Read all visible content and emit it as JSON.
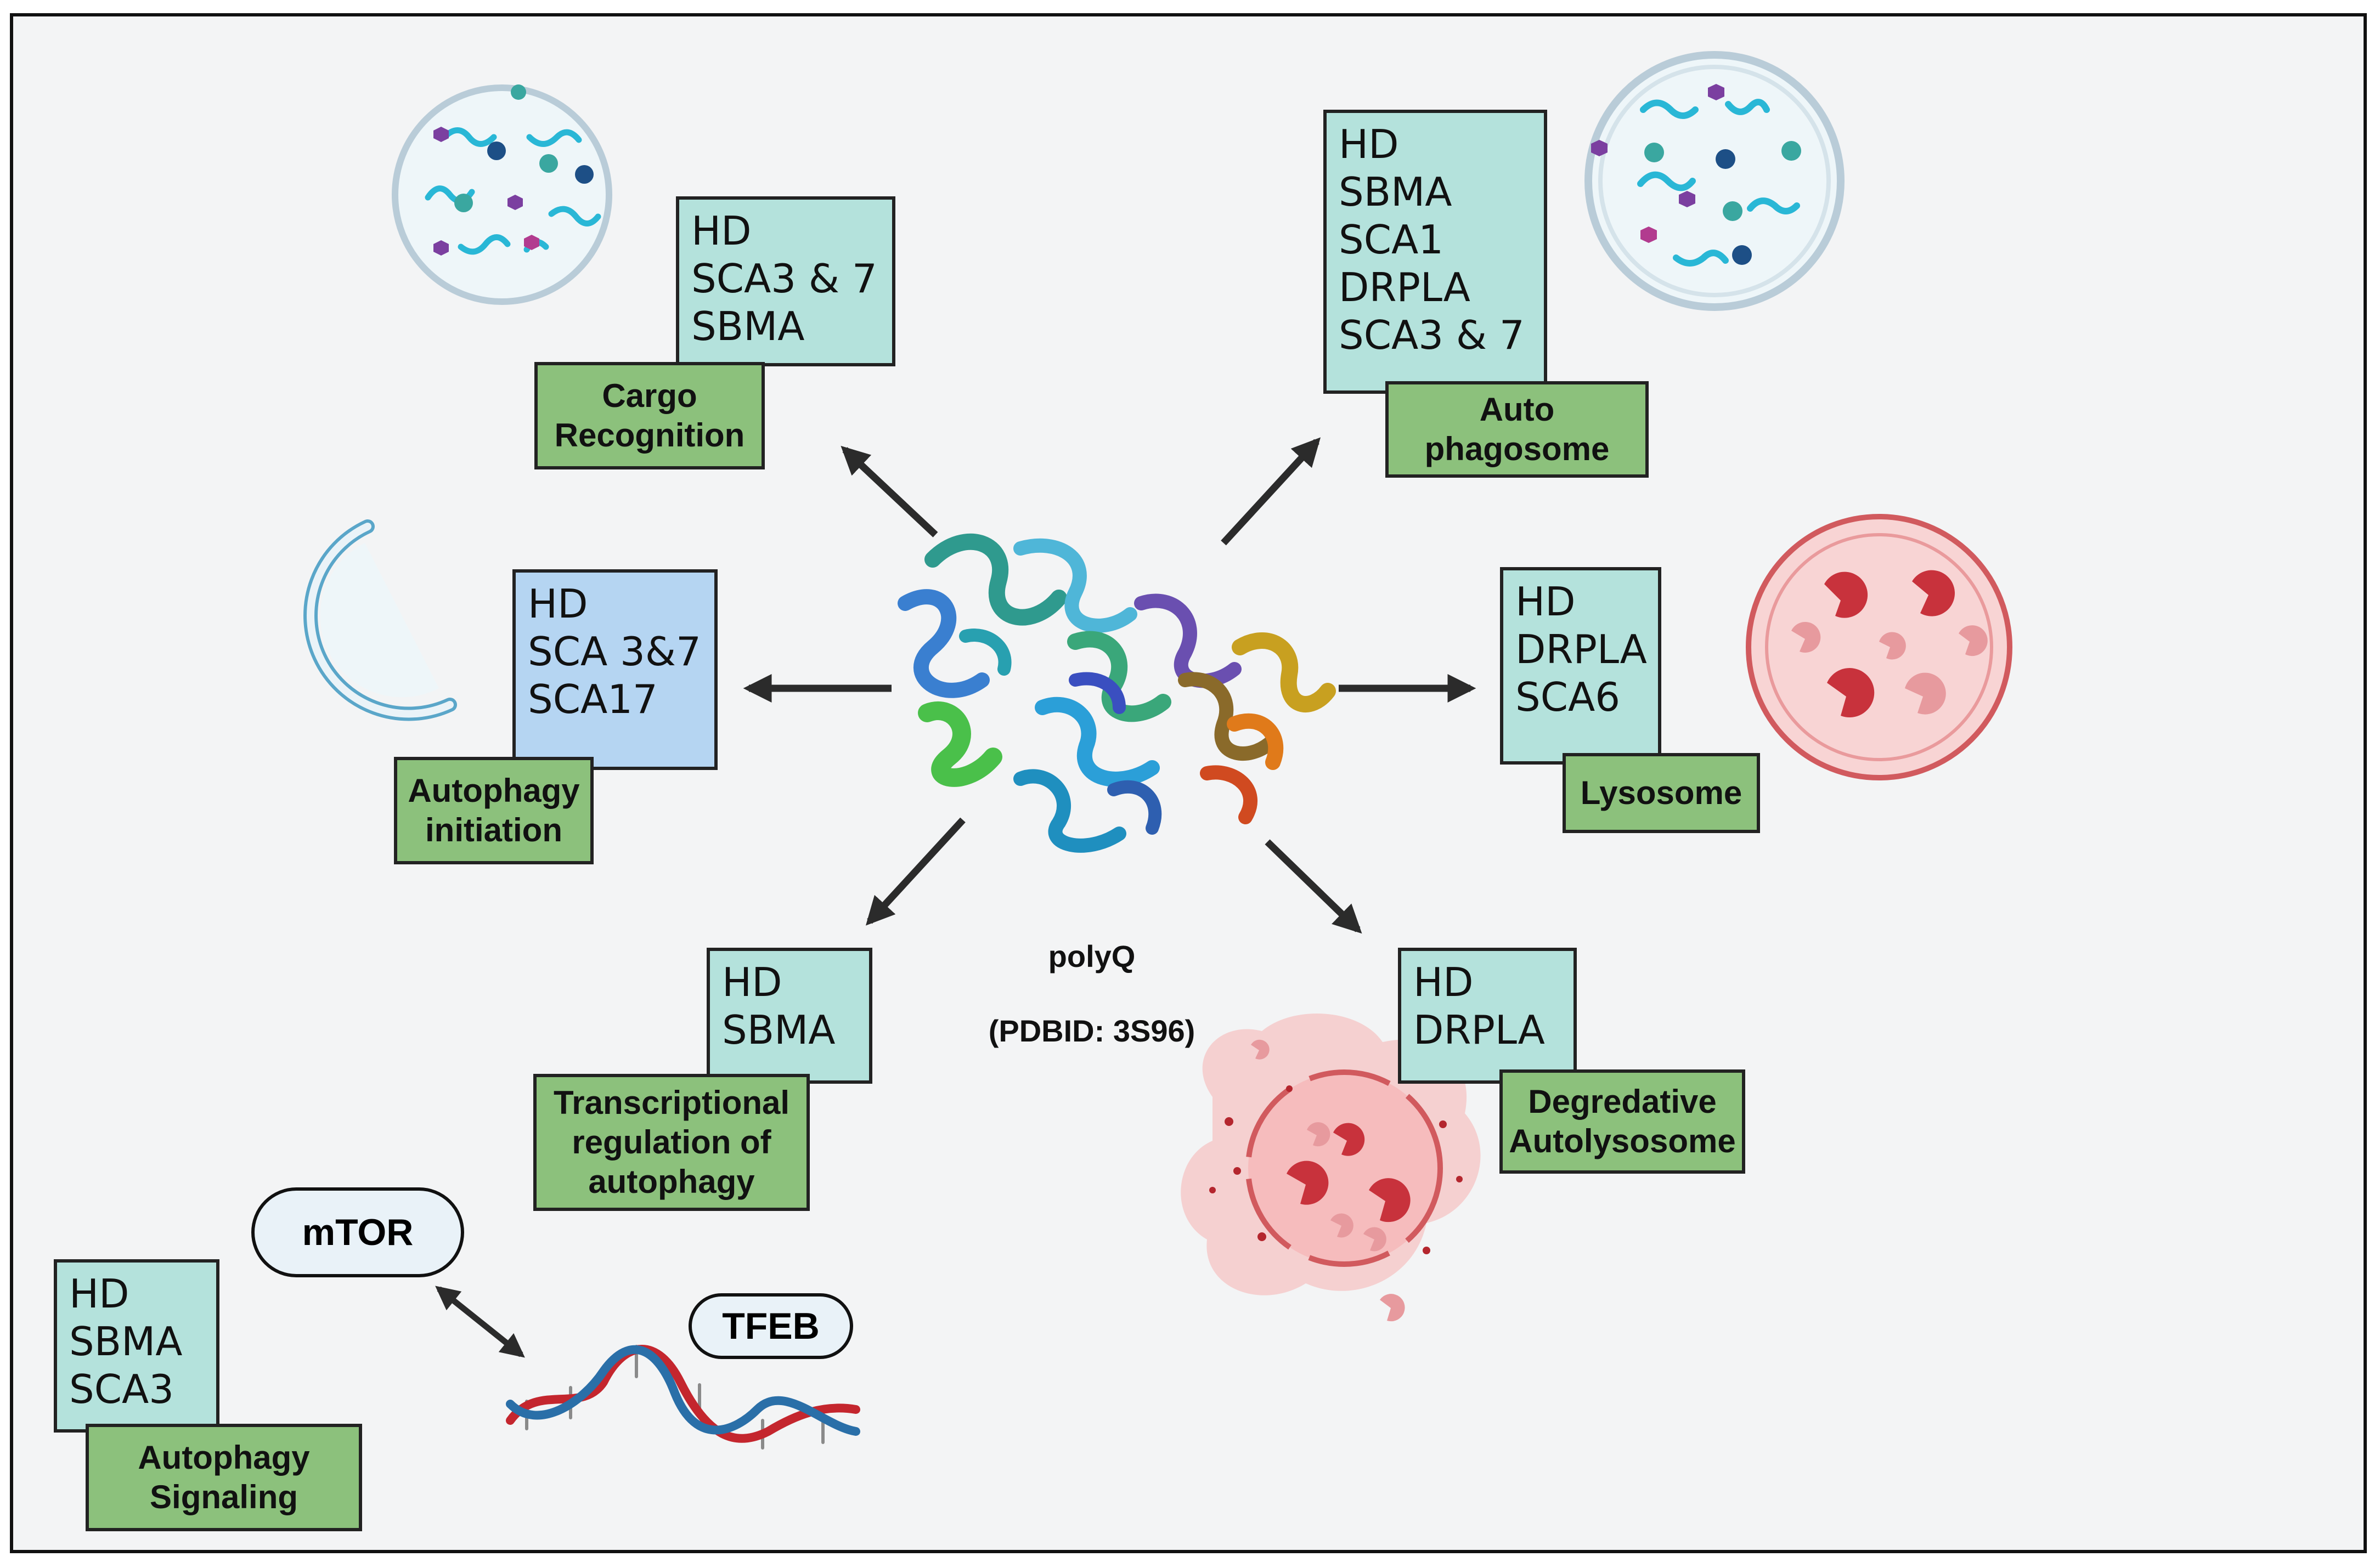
{
  "center": {
    "name": "polyQ",
    "pdb": "(PDBID: 3S96)"
  },
  "stages": [
    {
      "id": "cargo",
      "diseases": "HD\nSCA3 & 7\nSBMA",
      "label": "Cargo\nRecognition"
    },
    {
      "id": "autophagosome",
      "diseases": "HD\nSBMA\nSCA1\nDRPLA\nSCA3 & 7",
      "label": "Auto\nphagosome"
    },
    {
      "id": "initiation",
      "diseases": "HD\nSCA 3&7\nSCA17",
      "label": "Autophagy\ninitiation"
    },
    {
      "id": "lysosome",
      "diseases": "HD\nDRPLA\nSCA6",
      "label": "Lysosome"
    },
    {
      "id": "transcription",
      "diseases": "HD\nSBMA",
      "label": "Transcriptional\nregulation of\nautophagy"
    },
    {
      "id": "autolysosome",
      "diseases": "HD\nDRPLA",
      "label": "Degredative\nAutolysosome"
    },
    {
      "id": "signaling",
      "diseases": "HD\nSBMA\nSCA3",
      "label": "Autophagy\nSignaling"
    }
  ],
  "signaling": {
    "mtor": "mTOR",
    "tfeb": "TFEB"
  },
  "colors": {
    "disease_box": "#b4e2dc",
    "disease_box_blue": "#b5d5f2",
    "stage_label": "#8cc17c",
    "lysosome": "#c8323c",
    "dna_red": "#c4262e",
    "dna_blue": "#2a6fa8"
  },
  "icons": [
    "cargo-vesicle-icon",
    "autophagosome-icon",
    "phagophore-icon",
    "lysosome-icon",
    "autolysosome-icon",
    "dna-helix-icon",
    "protein-structure-icon"
  ]
}
